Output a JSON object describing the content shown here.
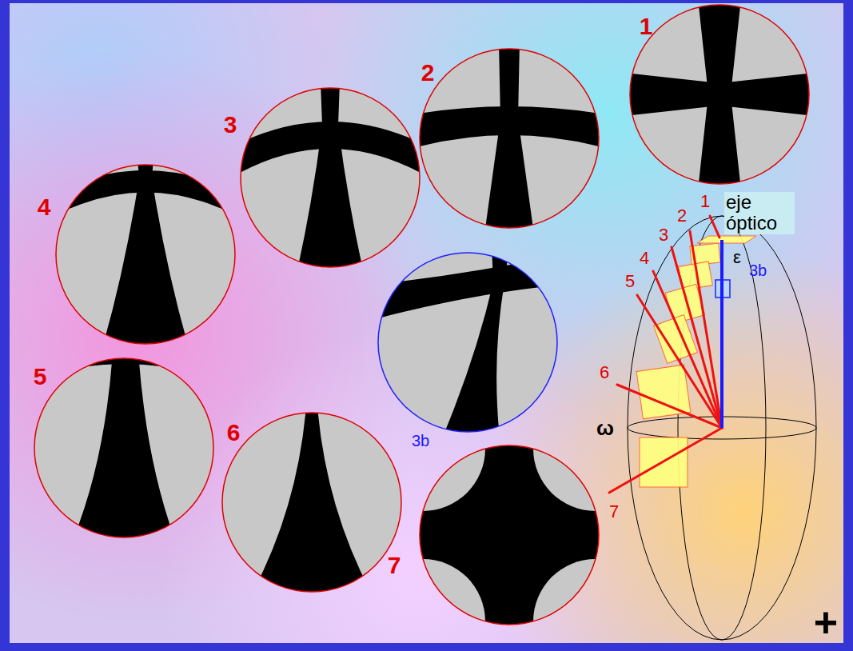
{
  "diagram": {
    "labels": [
      "1",
      "2",
      "3",
      "4",
      "5",
      "6",
      "7",
      "3b",
      "1",
      "eje óptico",
      "2",
      "3",
      "4",
      "5",
      "6",
      "7",
      "ε",
      "3b",
      "ω",
      "+"
    ]
  }
}
